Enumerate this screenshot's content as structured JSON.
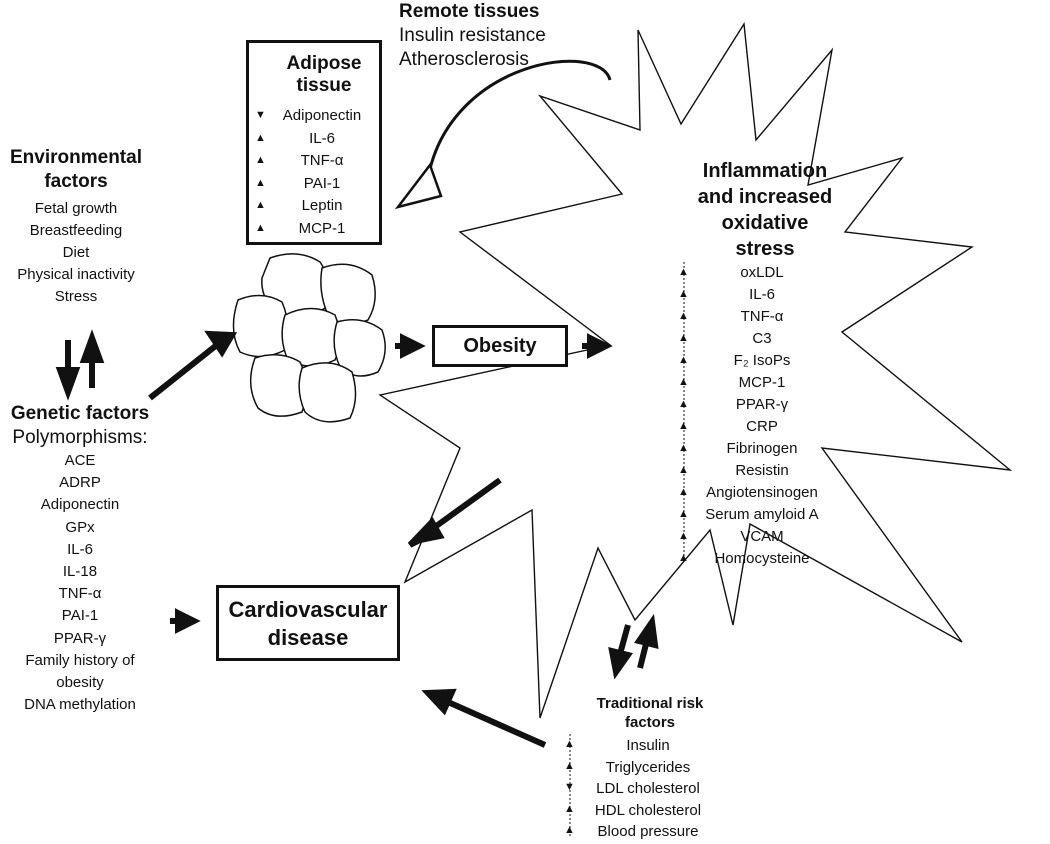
{
  "remote": {
    "title": "Remote tissues",
    "lines": [
      "Insulin resistance",
      "Atherosclerosis"
    ]
  },
  "adipose": {
    "title_line1": "Adipose",
    "title_line2": "tissue",
    "items": [
      {
        "label": "Adiponectin",
        "dir": "down"
      },
      {
        "label": "IL-6",
        "dir": "up"
      },
      {
        "label": "TNF-α",
        "dir": "up"
      },
      {
        "label": "PAI-1",
        "dir": "up"
      },
      {
        "label": "Leptin",
        "dir": "up"
      },
      {
        "label": "MCP-1",
        "dir": "up"
      }
    ]
  },
  "environmental": {
    "title_line1": "Environmental",
    "title_line2": "factors",
    "items": [
      "Fetal growth",
      "Breastfeeding",
      "Diet",
      "Physical inactivity",
      "Stress"
    ]
  },
  "genetic": {
    "title": "Genetic factors",
    "subtitle": "Polymorphisms:",
    "items": [
      "ACE",
      "ADRP",
      "Adiponectin",
      "GPx",
      "IL-6",
      "IL-18",
      "TNF-α",
      "PAI-1",
      "PPAR-γ",
      "Family history of",
      "obesity",
      "DNA methylation"
    ]
  },
  "obesity": {
    "label": "Obesity"
  },
  "cvd": {
    "line1": "Cardiovascular",
    "line2": "disease"
  },
  "inflammation": {
    "title_line1": "Inflammation",
    "title_line2": "and increased",
    "title_line3": "oxidative",
    "title_line4": "stress",
    "items": [
      {
        "label": "oxLDL",
        "dir": "up"
      },
      {
        "label": "IL-6",
        "dir": "up"
      },
      {
        "label": "TNF-α",
        "dir": "up"
      },
      {
        "label": "C3",
        "dir": "up"
      },
      {
        "label": "F₂ IsoPs",
        "dir": "up"
      },
      {
        "label": "MCP-1",
        "dir": "up"
      },
      {
        "label": "PPAR-γ",
        "dir": "up"
      },
      {
        "label": "CRP",
        "dir": "up"
      },
      {
        "label": "Fibrinogen",
        "dir": "up"
      },
      {
        "label": "Resistin",
        "dir": "up"
      },
      {
        "label": "Angiotensinogen",
        "dir": "up"
      },
      {
        "label": "Serum amyloid A",
        "dir": "up"
      },
      {
        "label": "VCAM",
        "dir": "up"
      },
      {
        "label": "Homocysteine",
        "dir": "up"
      }
    ]
  },
  "traditional": {
    "title_line1": "Traditional risk",
    "title_line2": "factors",
    "items": [
      {
        "label": "Insulin",
        "dir": "up"
      },
      {
        "label": "Triglycerides",
        "dir": "up"
      },
      {
        "label": "LDL cholesterol",
        "dir": "down"
      },
      {
        "label": "HDL cholesterol",
        "dir": "up"
      },
      {
        "label": "Blood pressure",
        "dir": "up"
      }
    ]
  },
  "colors": {
    "ink": "#111111",
    "background": "#ffffff"
  }
}
